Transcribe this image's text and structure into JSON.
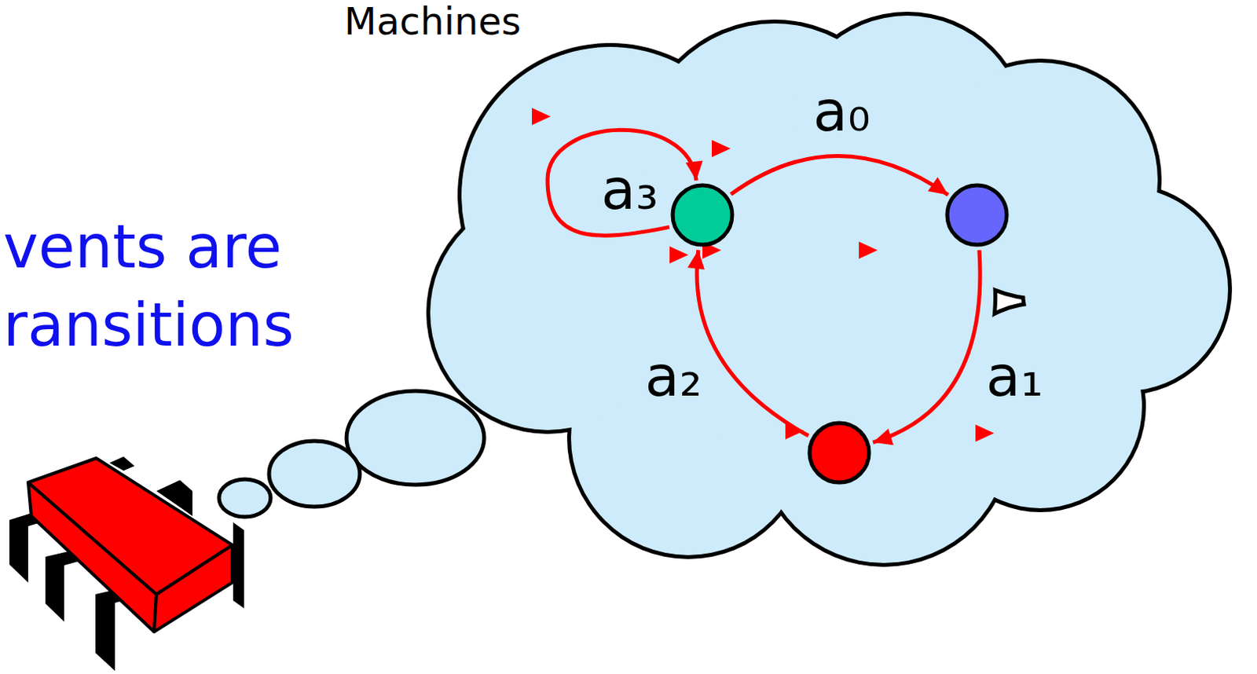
{
  "diagram": {
    "title": "Machines",
    "nodes": [
      {
        "text": []
      },
      {
        "text": []
      },
      {
        "text": []
      }
    ],
    "edges": [
      {
        "from": 0,
        "to": 1,
        "label": "a₀",
        "arrow": "to"
      },
      {
        "from": 1,
        "to": 2,
        "label": "a₁",
        "arrow": "to"
      },
      {
        "from": 2,
        "to": 0,
        "label": "a₂",
        "arrow": "to"
      },
      {
        "from": 0,
        "to": 0,
        "label": "a₃",
        "arrow": "to"
      }
    ],
    "labels": [
      "vents are",
      "ransitions"
    ]
  }
}
